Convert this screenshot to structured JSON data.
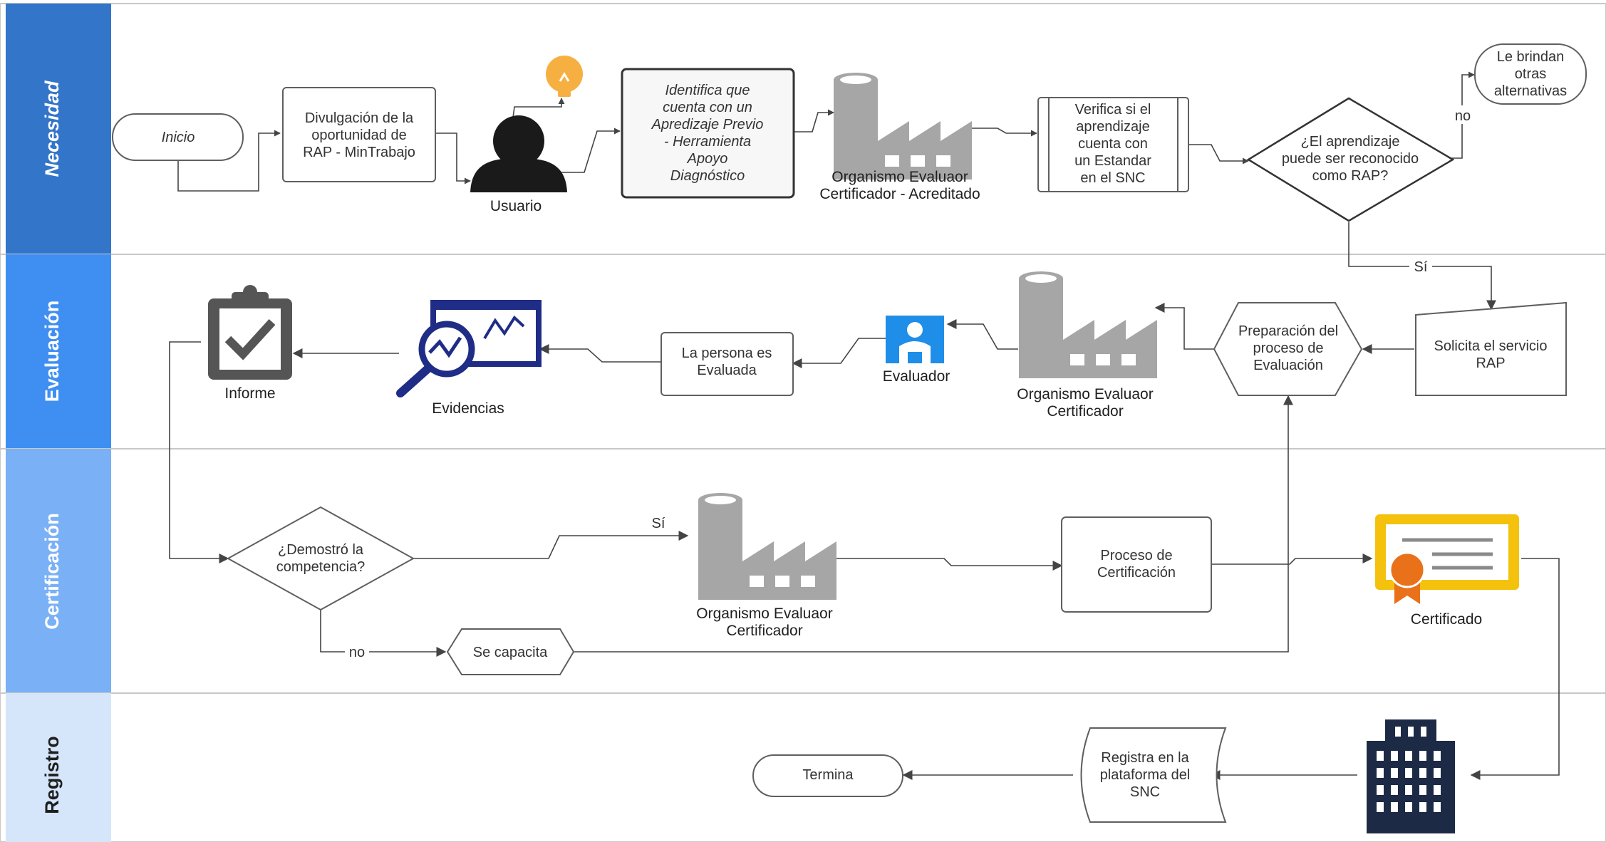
{
  "lanes": {
    "necesidad": "Necesidad",
    "evaluacion": "Evaluación",
    "certificacion": "Certificación",
    "registro": "Registro"
  },
  "colors": {
    "lane_necesidad": "#3275c9",
    "lane_evaluacion": "#3f8ff2",
    "lane_certificacion": "#7ab0f5",
    "lane_registro": "#d6e6fa",
    "factory_gray": "#a6a6a6",
    "clipboard_gray": "#555555",
    "evidence_navy": "#1f2d87",
    "evaluator_blue": "#1f8ee8",
    "certificate_gold": "#f4c20d",
    "ribbon_orange": "#e8711a",
    "building_navy": "#1c2a45",
    "bulb_orange": "#f6b042"
  },
  "nodes": {
    "inicio": "Inicio",
    "divulgacion": [
      "Divulgación de la",
      "oportunidad de",
      "RAP - MinTrabajo"
    ],
    "usuario": "Usuario",
    "identifica": [
      "Identifica que",
      "cuenta con un",
      "Apredizaje Previo",
      "- Herramienta",
      "Apoyo",
      "Diagnóstico"
    ],
    "org_acreditado": [
      "Organismo Evaluaor",
      "Certificador - Acreditado"
    ],
    "verifica": [
      "Verifica si el",
      "aprendizaje",
      "cuenta con",
      "un Estandar",
      "en  el SNC"
    ],
    "pregunta_rap": [
      "¿El aprendizaje",
      "puede ser reconocido",
      "como RAP?"
    ],
    "alternativas": [
      "Le brindan",
      "otras",
      "alternativas"
    ],
    "solicita": [
      "Solicita el servicio",
      "RAP"
    ],
    "preparacion": [
      "Preparación del",
      "proceso de",
      "Evaluación"
    ],
    "org_evaluacion": [
      "Organismo Evaluaor",
      "Certificador"
    ],
    "evaluador": "Evaluador",
    "persona_evaluada": [
      "La persona es",
      "Evaluada"
    ],
    "evidencias": "Evidencias",
    "informe": "Informe",
    "demostro": [
      "¿Demostró la",
      "competencia?"
    ],
    "org_certificacion": [
      "Organismo Evaluaor",
      "Certificador"
    ],
    "proceso_cert": [
      "Proceso de",
      "Certificación"
    ],
    "certificado": "Certificado",
    "capacita": "Se capacita",
    "registra": [
      "Registra en la",
      "plataforma del",
      "SNC"
    ],
    "termina": "Termina"
  },
  "edge_labels": {
    "no_rap": "no",
    "si_rap": "Sí",
    "si_demostro": "Sí",
    "no_demostro": "no"
  },
  "icons": [
    "lightbulb-icon",
    "user-icon",
    "factory-icon",
    "evaluator-icon",
    "evidence-chart-icon",
    "clipboard-check-icon",
    "certificate-icon",
    "building-icon"
  ]
}
